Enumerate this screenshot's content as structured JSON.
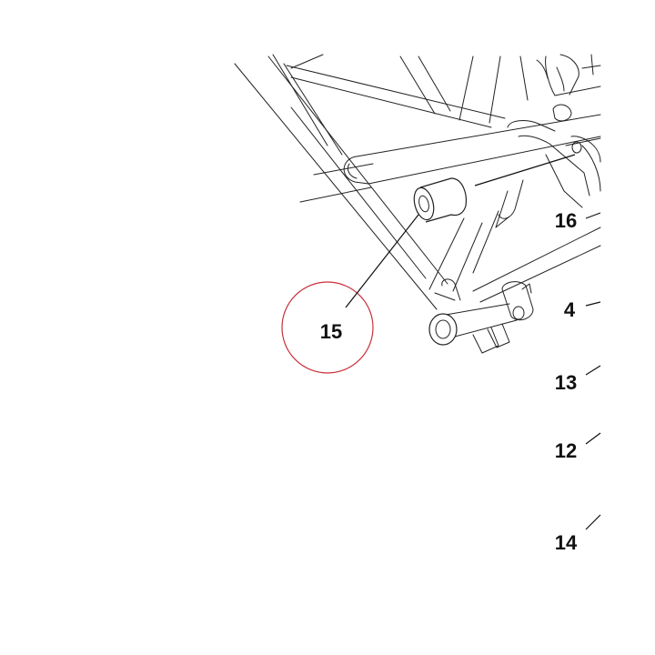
{
  "diagram": {
    "callouts": [
      {
        "id": "15",
        "label": "15"
      },
      {
        "id": "16",
        "label": "16"
      },
      {
        "id": "4",
        "label": "4"
      },
      {
        "id": "13",
        "label": "13"
      },
      {
        "id": "12",
        "label": "12"
      },
      {
        "id": "14",
        "label": "14"
      }
    ],
    "highlighted_callout": "15",
    "colors": {
      "line": "#222222",
      "highlight": "#c8303a",
      "background": "#ffffff"
    }
  }
}
